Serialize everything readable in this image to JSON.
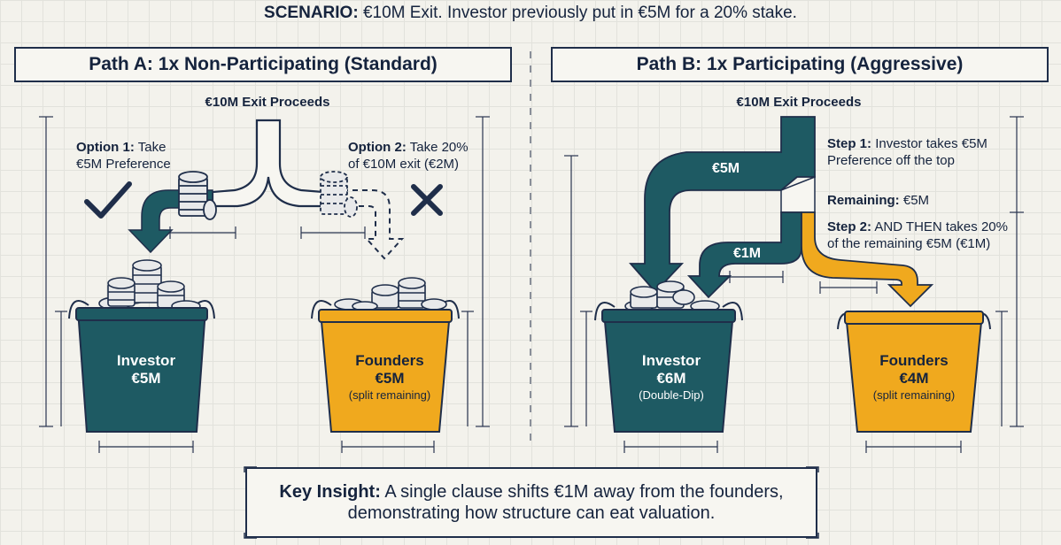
{
  "scenario": {
    "label": "SCENARIO:",
    "text": "€10M Exit. Investor previously put in €5M for a 20% stake."
  },
  "path_a": {
    "title": "Path A: 1x Non-Participating (Standard)",
    "proceeds": "€10M Exit Proceeds",
    "option1_label": "Option 1:",
    "option1_text": "Take",
    "option1_line2": "€5M Preference",
    "option2_label": "Option 2:",
    "option2_text": "Take 20%",
    "option2_line2": "of €10M exit (€2M)",
    "investor_bucket": {
      "name": "Investor",
      "value": "€5M"
    },
    "founders_bucket": {
      "name": "Founders",
      "value": "€5M",
      "note": "(split remaining)"
    }
  },
  "path_b": {
    "title": "Path B: 1x Participating (Aggressive)",
    "proceeds": "€10M Exit Proceeds",
    "flow_5m": "€5M",
    "flow_1m": "€1M",
    "step1_label": "Step 1:",
    "step1_text": "Investor takes €5M",
    "step1_line2": "Preference off the top",
    "remaining_label": "Remaining:",
    "remaining_value": "€5M",
    "step2_label": "Step 2:",
    "step2_text": "AND THEN takes 20%",
    "step2_line2": "of the remaining €5M (€1M)",
    "investor_bucket": {
      "name": "Investor",
      "value": "€6M",
      "note": "(Double-Dip)"
    },
    "founders_bucket": {
      "name": "Founders",
      "value": "€4M",
      "note": "(split remaining)"
    }
  },
  "insight": {
    "label": "Key Insight:",
    "line1": "A single clause shifts €1M away from the founders,",
    "line2": "demonstrating how structure can eat valuation."
  },
  "colors": {
    "teal": "#1e5a63",
    "orange": "#f0a91e",
    "navy": "#15233d",
    "background": "#f3f2ec"
  }
}
